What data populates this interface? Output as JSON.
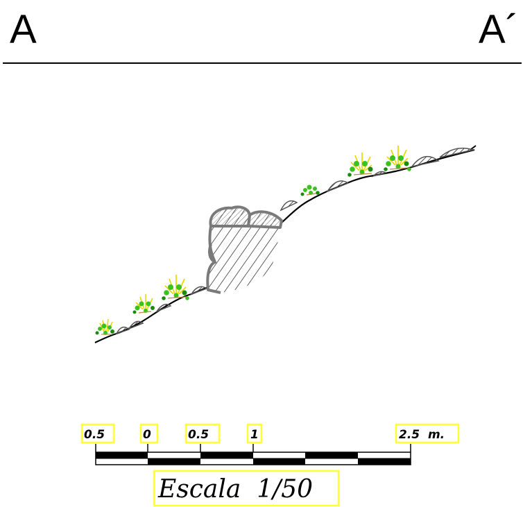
{
  "section": {
    "left_label": "A",
    "right_label": "A´"
  },
  "scale_bar": {
    "tick_labels": [
      "0.5",
      "0",
      "0.5",
      "1",
      "2.5  m."
    ],
    "title": "Escala  1/50"
  },
  "colors": {
    "ink": "#000000",
    "rock_stroke": "#7a7a7a",
    "hatch": "#1a1a1a",
    "shrub_green": "#3cc21e",
    "shrub_dark": "#1c8a10",
    "grass_yellow": "#e6d800",
    "label_box": "#ffff33",
    "root": "#c0883a"
  }
}
